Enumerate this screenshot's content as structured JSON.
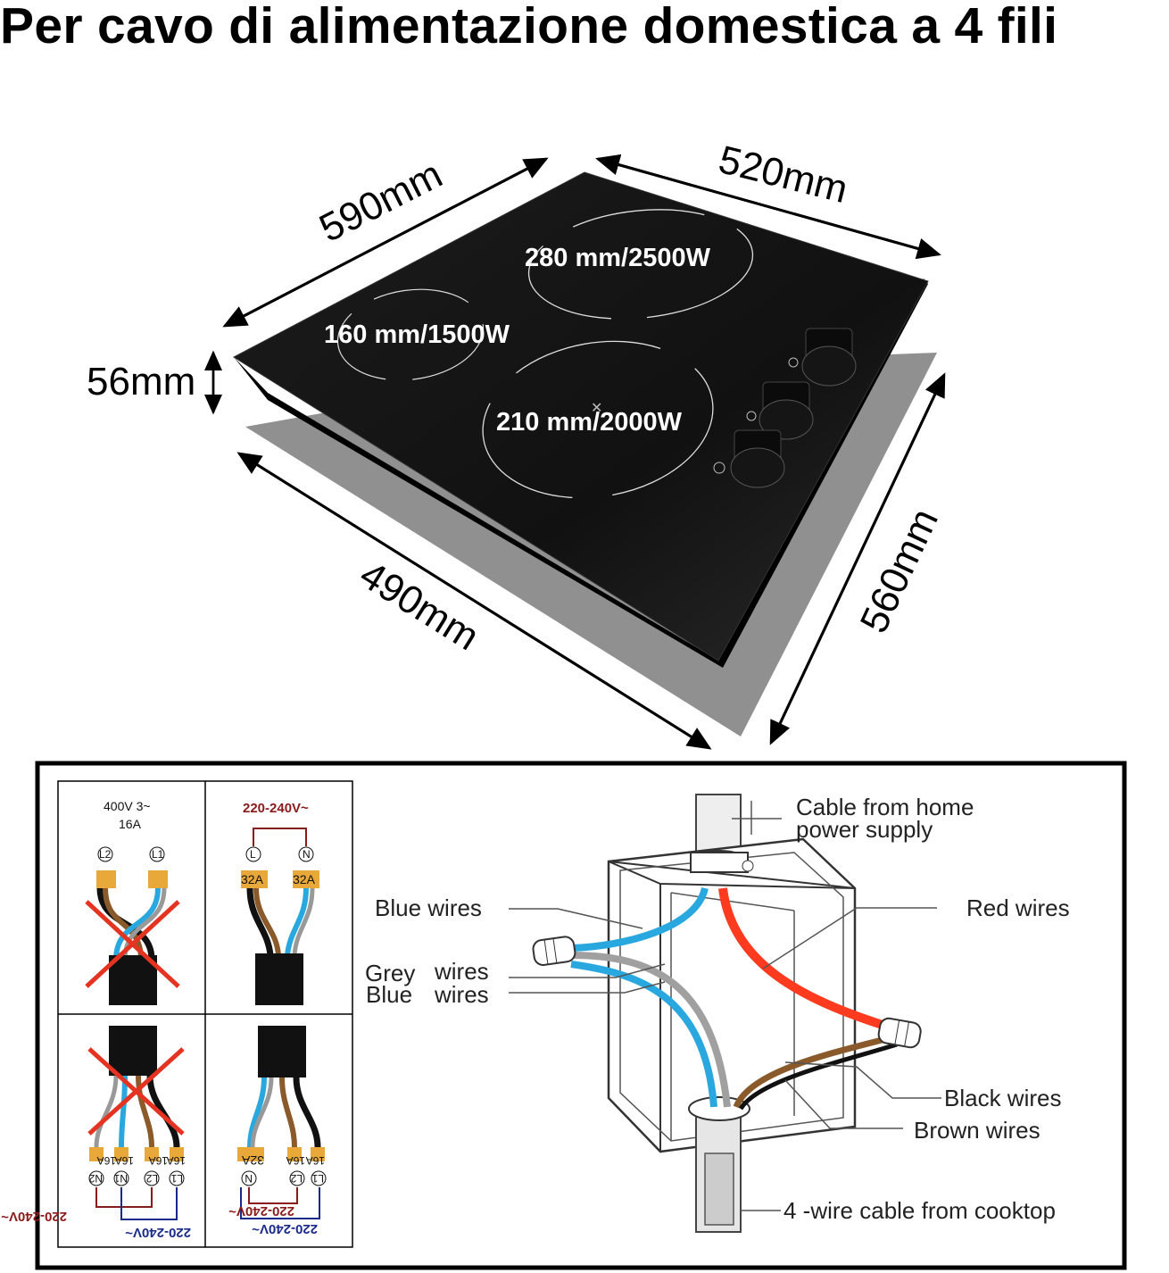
{
  "title": "Per cavo di alimentazione domestica a 4 fili",
  "hob": {
    "dimensions": {
      "width_top": "590mm",
      "depth_top": "520mm",
      "height": "56mm",
      "cutout_width": "490mm",
      "cutout_depth": "560mm"
    },
    "zones": [
      {
        "label": "280 mm/2500W"
      },
      {
        "label": "160 mm/1500W"
      },
      {
        "label": "210 mm/2000W"
      }
    ]
  },
  "wiring": {
    "panel_a": {
      "voltage": "400V 3~",
      "current": "16A",
      "terminals": [
        "L2",
        "L1"
      ]
    },
    "panel_b": {
      "voltage": "220-240V~",
      "terminals": [
        "L",
        "N"
      ],
      "fuses": [
        "32A",
        "32A"
      ]
    },
    "panel_c": {
      "terminals": [
        "N2",
        "N1",
        "L2",
        "L1"
      ],
      "fuses": [
        "16A",
        "16A",
        "16A",
        "16A"
      ],
      "voltage_red": "220-240V~",
      "voltage_blue": "220-240V~"
    },
    "panel_d": {
      "terminals": [
        "N",
        "L2",
        "L1"
      ],
      "fuses": [
        "32A",
        "16A",
        "16A"
      ],
      "voltage_red": "220-240V~",
      "voltage_blue": "220-240V~"
    }
  },
  "junction": {
    "cable_home": "Cable from home",
    "cable_home2": "power supply",
    "blue_wires": "Blue wires",
    "grey_label": "Grey",
    "blue_label2": "Blue",
    "wires_word": "wires",
    "red_wires": "Red wires",
    "black_wires": "Black wires",
    "brown_wires": "Brown wires",
    "cable_cooktop": "4 -wire cable from cooktop"
  },
  "colors": {
    "blue_wire": "#29a8e0",
    "red_wire": "#ff3b1f",
    "grey_wire": "#a0a0a0",
    "brown_wire": "#8a5a2b",
    "black_wire": "#111111",
    "fuse": "#e8a93a"
  }
}
